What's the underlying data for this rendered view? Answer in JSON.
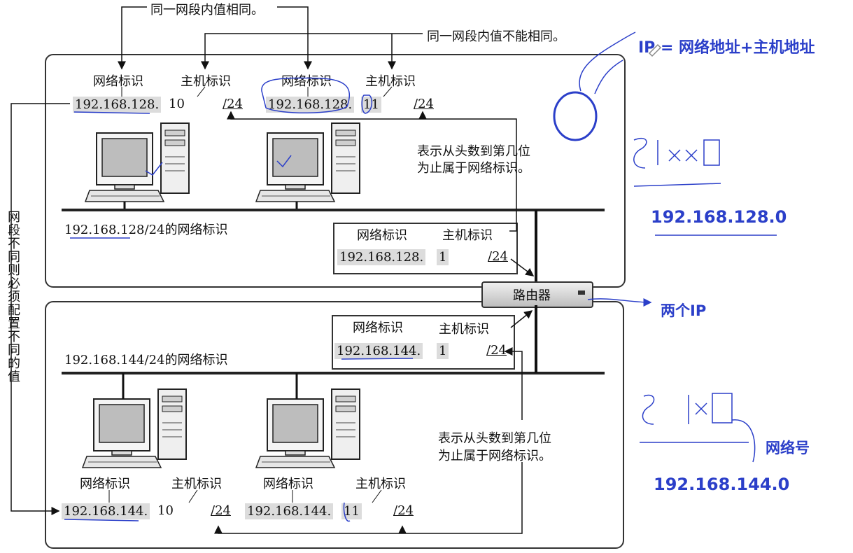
{
  "top_notes": {
    "same_segment_same": "同一网段内值相同。",
    "same_segment_not_same": "同一网段内值不能相同。"
  },
  "side_note": "网段不同则必须配置不同的值",
  "labels": {
    "network_id": "网络标识",
    "host_id": "主机标识",
    "prefix": "/24",
    "prefix_explain_1": "表示从头数到第几位",
    "prefix_explain_2": "为止属于网络标识。"
  },
  "top_network": {
    "caption": "192.168.128/24的网络标识",
    "hostA": {
      "net": "192.168.128.",
      "host": "10"
    },
    "hostB": {
      "net": "192.168.128.",
      "host": "11"
    },
    "router_if": {
      "net": "192.168.128.",
      "host": "1"
    }
  },
  "bottom_network": {
    "caption": "192.168.144/24的网络标识",
    "hostA": {
      "net": "192.168.144.",
      "host": "10"
    },
    "hostB": {
      "net": "192.168.144.",
      "host": "11"
    },
    "router_if": {
      "net": "192.168.144.",
      "host": "1"
    }
  },
  "router_label": "路由器",
  "annotations": {
    "ip_formula": "IP = 网络地址+主机地址",
    "net_addr_1": "192.168.128.0",
    "two_ip": "两个IP",
    "network_number": "网络号",
    "net_addr_2": "192.168.144.0"
  },
  "colors": {
    "annotation": "#2b3fc9",
    "highlight": "#dcdcdc"
  }
}
